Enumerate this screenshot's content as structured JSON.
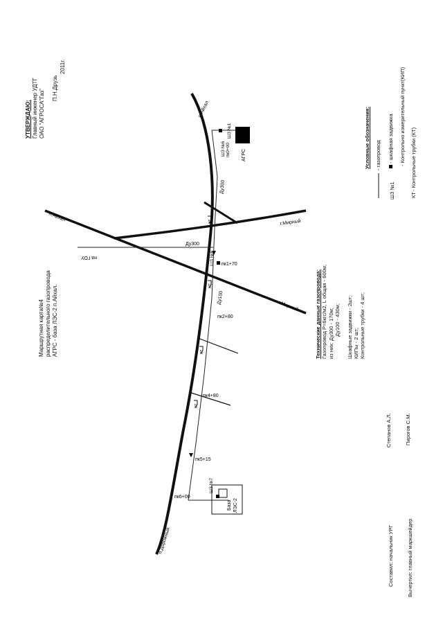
{
  "approval": {
    "heading": "УТВЕРЖДАЮ:",
    "line1": "Главный инженер УДТГ",
    "line2": "ОАО \"АГРОСА\"Газ\"",
    "signer": "П.Н.Друзь",
    "year": "2011г."
  },
  "title": {
    "line1": "Маршрутная карта№4",
    "line2": "распределительного газопровода",
    "line3": "АГРС - база ЛЭС-2 п.Айхал."
  },
  "tech": {
    "heading": "Технические данные газопровода:",
    "line1": "Газопровод Р=6кгс/м2, L общая - 600м;",
    "line2": "из них:   Ду300 - 170м;",
    "line3": "Ду100 - 430м;",
    "line4": "Шкафные задвижки  - 2шт;",
    "line5": "КИПы - 2 шт;",
    "line6": "Контрольные трубки - 4 шт;"
  },
  "legend": {
    "heading": "Условные обозначения:",
    "gas": "- газопровод",
    "valve_code": "ШЗ №1",
    "valve": "- шкафная задвижка",
    "kip": "- Контрольно измерительный пункт(КИП)",
    "kt_code": "КТ",
    "kt": "- Контрольные трубки (КТ)"
  },
  "signatures": {
    "compiled_role": "Составил: начальник УРГ",
    "compiled_name": "Степанов А.Л.",
    "drawn_role": "Вычертил: главный маркшейдер",
    "drawn_name": "Пирогов С.М."
  },
  "map": {
    "road_aykhal_n": "п.Айхал",
    "road_aykhal_w": "п.Айхал",
    "road_mirny_1": "г.Мирный",
    "road_mirny_2": "г.Мирный",
    "road_darchiny": "п.Дорожный",
    "to_gou": "на ГОУ",
    "du300_top": "Ду300",
    "du300_mid": "Ду300",
    "du100": "Ду100",
    "agrs": "АГРС",
    "sz1": "ШЗ №1",
    "sz6": "ШЗ №6",
    "pk0": "пк0+00",
    "sz6_mid": "ШЗ №6",
    "pk1": "пк1+70",
    "pk2": "пк2+80",
    "pk4": "пк4+80",
    "pk5": "пк5+15",
    "pk6": "пк6+00",
    "sz7": "ШЗ №7",
    "base_line1": "База",
    "base_line2": "ЛЭС-2",
    "kt": "КТ",
    "kip": "КИП"
  }
}
